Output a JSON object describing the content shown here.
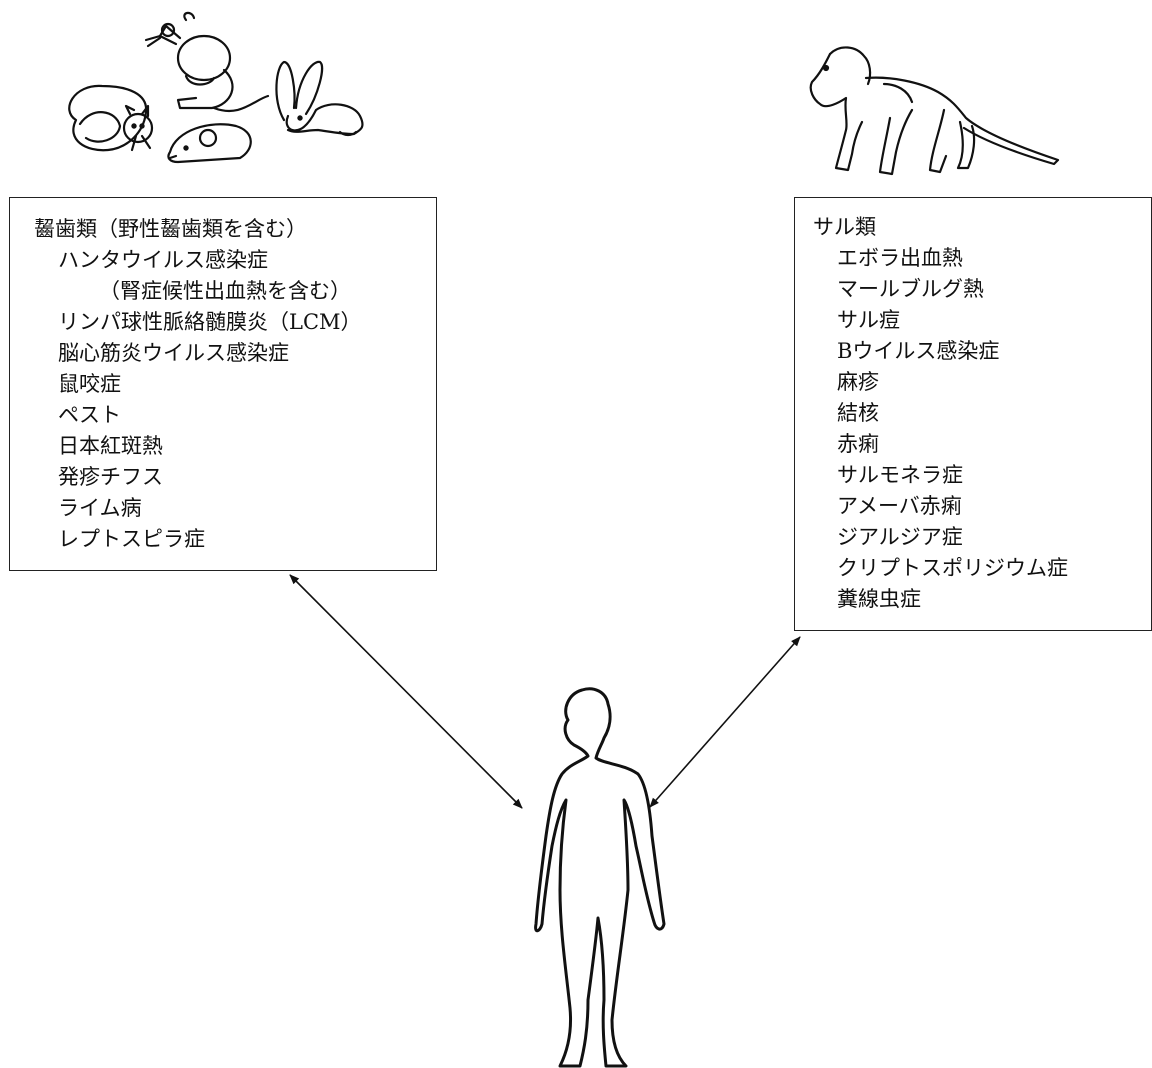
{
  "rodents": {
    "title": "齧歯類（野性齧歯類を含む）",
    "diseases": [
      "ハンタウイルス感染症",
      "（腎症候性出血熱を含む）",
      "リンパ球性脈絡髄膜炎（LCM）",
      "脳心筋炎ウイルス感染症",
      "鼠咬症",
      "ペスト",
      "日本紅斑熱",
      "発疹チフス",
      "ライム病",
      "レプトスピラ症"
    ]
  },
  "monkeys": {
    "title": "サル類",
    "diseases": [
      "エボラ出血熱",
      "マールブルグ熱",
      "サル痘",
      "Bウイルス感染症",
      "麻疹",
      "結核",
      "赤痢",
      "サルモネラ症",
      "アメーバ赤痢",
      "ジアルジア症",
      "クリプトスポリジウム症",
      "糞線虫症"
    ]
  },
  "colors": {
    "line": "#111111",
    "box_border": "#222222",
    "background": "#ffffff"
  },
  "icons": [
    "mouse-icon",
    "hamster-icon",
    "rabbit-icon",
    "monkey-icon",
    "human-figure-icon"
  ]
}
